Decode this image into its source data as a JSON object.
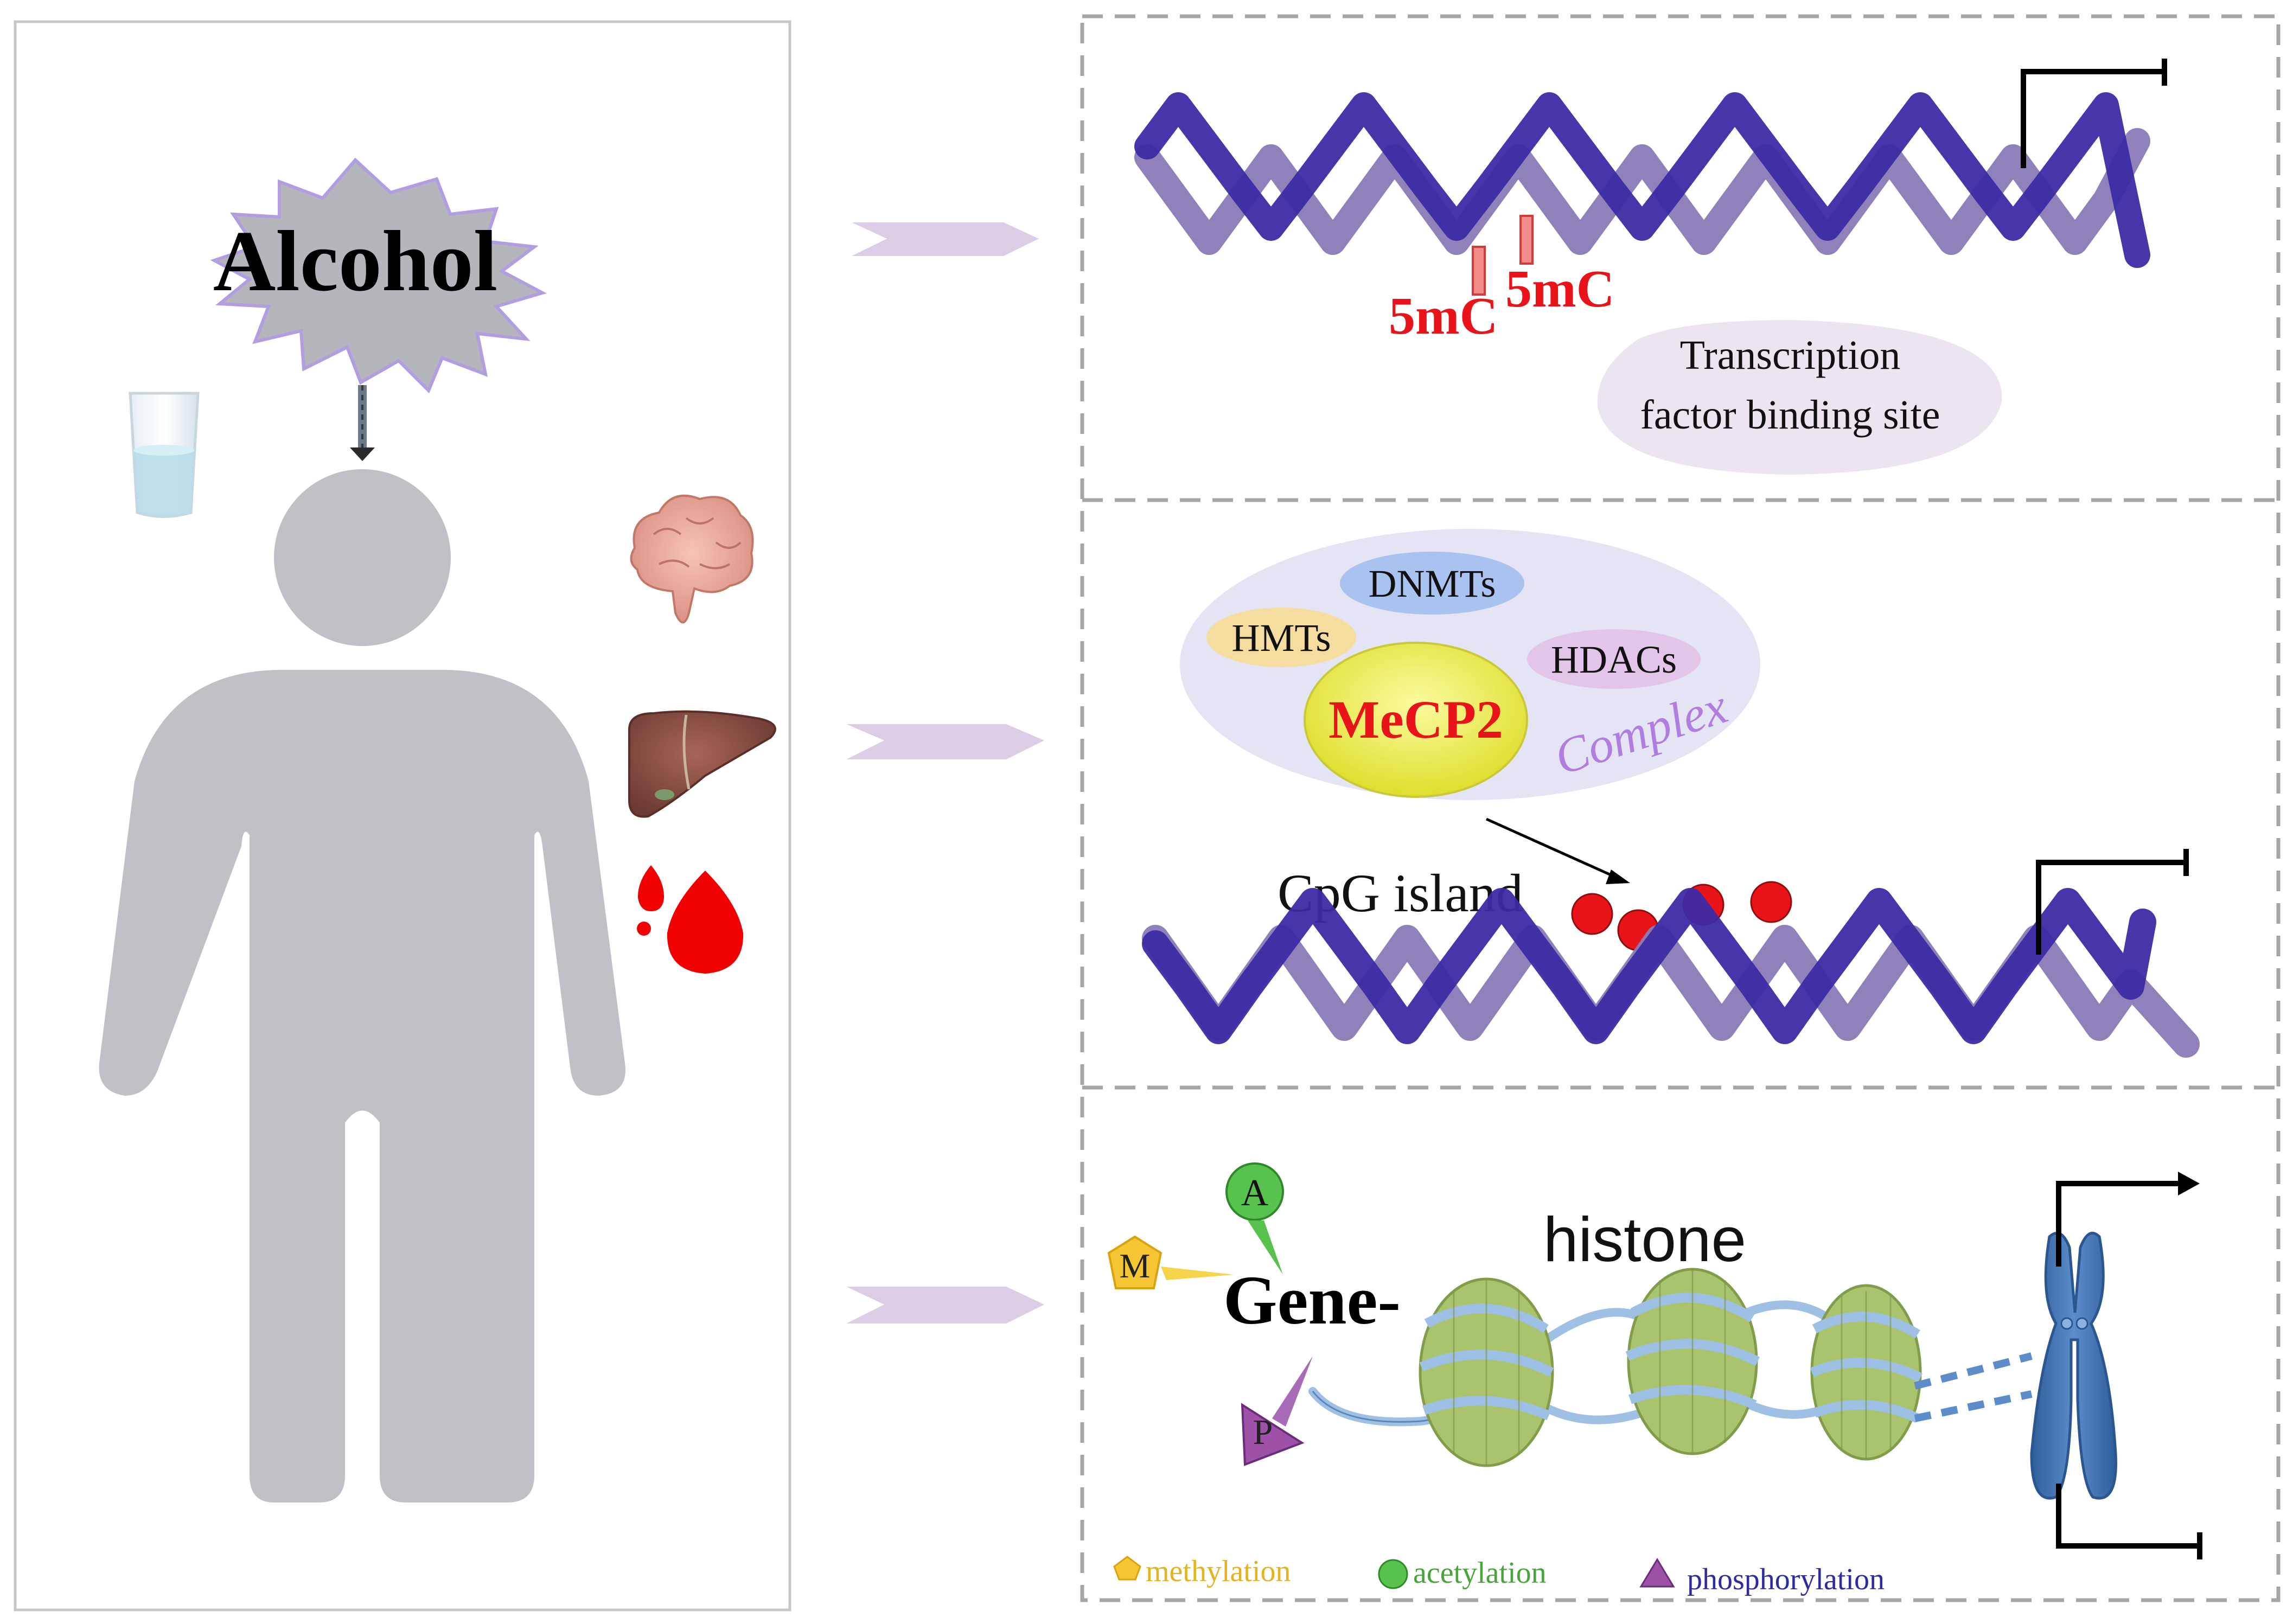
{
  "left_panel": {
    "alcohol_label": "Alcohol"
  },
  "panel_dna_methylation": {
    "mark_label_1": "5mC",
    "mark_label_2": "5mC",
    "callout_line_1": "Transcription",
    "callout_line_2": "factor binding site"
  },
  "panel_mecp2": {
    "protein_main": "MeCP2",
    "protein_dnmts": "DNMTs",
    "protein_hmts": "HMTs",
    "protein_hdacs": "HDACs",
    "complex_label": "Complex",
    "cpg_label": "CpG island"
  },
  "panel_histone": {
    "gene_label": "Gene-",
    "histone_label": "histone",
    "marker_m": "M",
    "marker_a": "A",
    "marker_p": "P",
    "legend": [
      {
        "label": "methylation",
        "color": "#e3b321"
      },
      {
        "label": "acetylation",
        "color": "#46a63a"
      },
      {
        "label": "phosphorylation",
        "color": "#2e2aa0"
      }
    ]
  },
  "colors": {
    "dna_dark": "#3c2ba4",
    "dna_light": "#8b7ab6",
    "person": "#c0c1c6",
    "arrow_fill": "#dccde6",
    "panel_border": "#a6a6a6",
    "methyl_red": "#e8141a",
    "nucleosome": "#a9c46c",
    "chromosome": "#3d6fad"
  },
  "icons": [
    "alcohol-burst-icon",
    "water-glass-icon",
    "brain-icon",
    "liver-icon",
    "blood-drop-icon",
    "chromosome-icon",
    "promoter-arrow-icon",
    "block-arrow-icon"
  ]
}
